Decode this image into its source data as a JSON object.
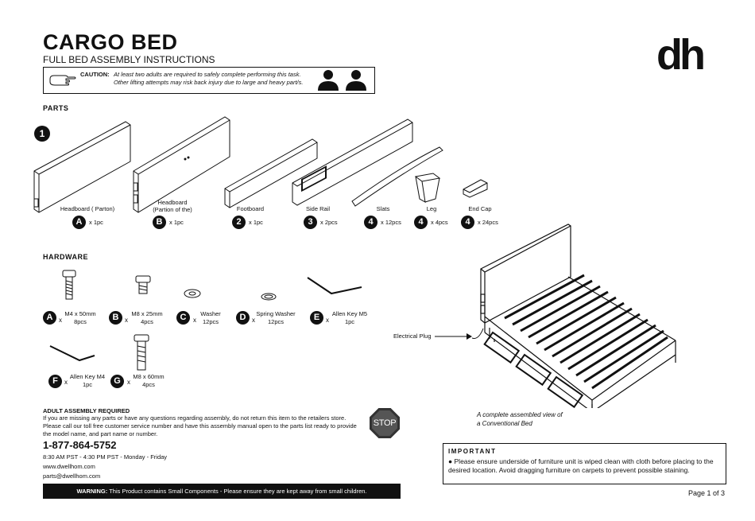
{
  "header": {
    "title": "CARGO BED",
    "subtitle": "FULL BED ASSEMBLY INSTRUCTIONS",
    "logo": "dh"
  },
  "caution": {
    "label": "CAUTION:",
    "line1": "At least two adults are required to safely complete performing this task.",
    "line2": "Other lifting attempts may risk back injury due to large and heavy part/s."
  },
  "parts": {
    "heading": "PARTS",
    "step": "1",
    "items": [
      {
        "name": "Headboard ( Parton)",
        "code": "A",
        "qty": "x 1pc"
      },
      {
        "name": "Headboard (Partion of the)",
        "code": "B",
        "qty": "x 1pc"
      },
      {
        "name": "Footboard",
        "code": "2",
        "qty": "x 1pc"
      },
      {
        "name": "Side Rail",
        "code": "3",
        "qty": "x 2pcs"
      },
      {
        "name": "Slats",
        "code": "4",
        "qty": "x 12pcs"
      },
      {
        "name": "Leg",
        "code": "4",
        "qty": "x 4pcs"
      },
      {
        "name": "End Cap",
        "code": "4",
        "qty": "x 24pcs"
      }
    ]
  },
  "hardware": {
    "heading": "HARDWARE",
    "x": "x",
    "items": [
      {
        "code": "A",
        "name": "M4 x 50mm",
        "qty": "8pcs"
      },
      {
        "code": "B",
        "name": "M8 x 25mm",
        "qty": "4pcs"
      },
      {
        "code": "C",
        "name": "Washer",
        "qty": "12pcs"
      },
      {
        "code": "D",
        "name": "Spring Washer",
        "qty": "12pcs"
      },
      {
        "code": "E",
        "name": "Allen Key M5",
        "qty": "1pc"
      },
      {
        "code": "F",
        "name": "Allen Key M4",
        "qty": "1pc"
      },
      {
        "code": "G",
        "name": "M8 x 60mm",
        "qty": "4pcs"
      }
    ]
  },
  "assembled": {
    "plug_label": "Electrical Plug",
    "caption_line1": "A complete assembled view of",
    "caption_line2": "a Conventional Bed"
  },
  "support": {
    "heading": "ADULT ASSEMBLY REQUIRED",
    "body": "If you are missing any parts or have any questions regarding assembly, do not return this item to the retailers store. Please call our toll free customer service number and have this assembly manual open to the parts list ready to provide the model name, and part name or number.",
    "phone": "1-877-864-5752",
    "hours": "8:30 AM PST - 4:30 PM PST - Monday - Friday",
    "website": "www.dwellhom.com",
    "email": "parts@dwellhom.com",
    "stop_sign": "STOP"
  },
  "warning": {
    "label": "WARNING:",
    "text": "This Product contains Small Components - Please ensure they are kept away from small children."
  },
  "important": {
    "heading": "IMPORTANT",
    "bullet": "●",
    "text": "Please ensure underside of furniture unit is wiped clean with cloth before placing to the desired location. Avoid dragging furniture on carpets to prevent possible staining."
  },
  "page": "Page 1 of 3"
}
